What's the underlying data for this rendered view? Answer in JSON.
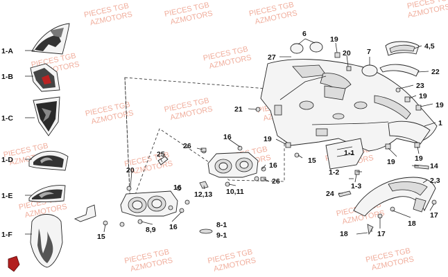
{
  "watermark": {
    "line1": "PIECES TGB",
    "line2": "AZMOTORS"
  },
  "labels": {
    "l1A": "1-A",
    "l1B": "1-B",
    "l1C": "1-C",
    "l1D": "1-D",
    "l1E": "1-E",
    "l1F": "1-F",
    "l6": "6",
    "l19a": "19",
    "l20a": "20",
    "l7": "7",
    "l45": "4,5",
    "l27": "27",
    "l22": "22",
    "l23": "23",
    "l19b": "19",
    "l19c": "19",
    "l21": "21",
    "l1": "1",
    "l19d": "19",
    "l19e": "19",
    "l19f": "19",
    "l11": "1-1",
    "l15a": "15",
    "l14": "14",
    "l12": "1-2",
    "l13": "1-3",
    "l24": "24",
    "l23b": "2,3",
    "l25": "25",
    "l26a": "26",
    "l16a": "16",
    "l16b": "16",
    "l20b": "20",
    "l1213": "12,13",
    "l1011": "10,11",
    "l26b": "26",
    "l16c": "16",
    "l89": "8,9",
    "l16d": "16",
    "l15b": "15",
    "l81": "8-1",
    "l91": "9-1",
    "l18a": "18",
    "l17a": "17",
    "l18b": "18",
    "l17b": "17"
  }
}
